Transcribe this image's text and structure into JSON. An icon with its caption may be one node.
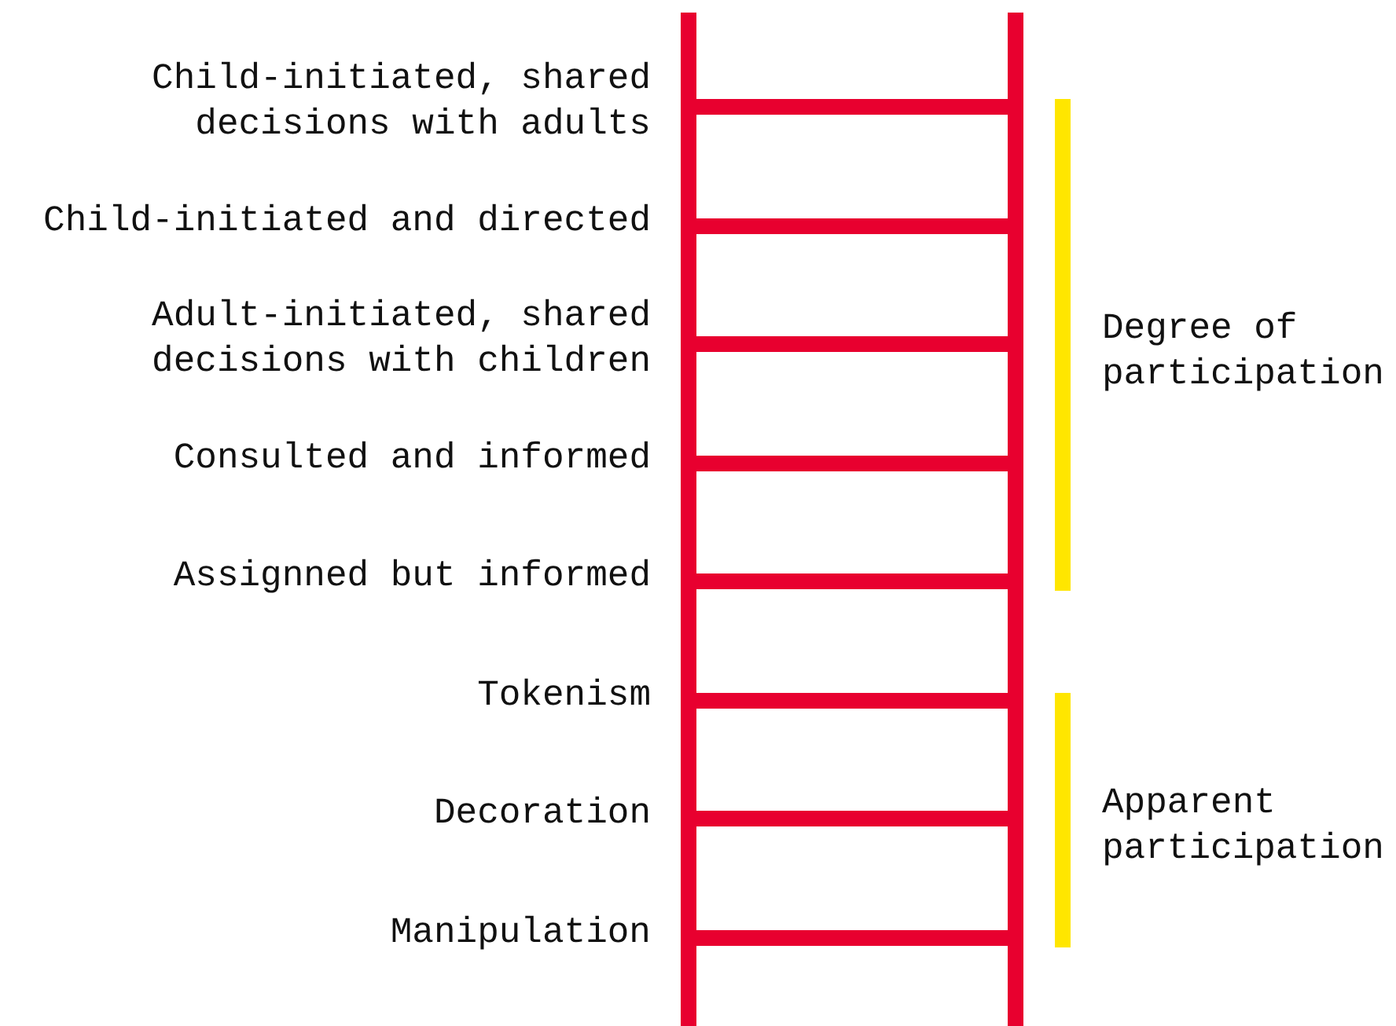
{
  "diagram": {
    "labels": [
      "Child-initiated, shared decisions with adults",
      "Child-initiated and directed",
      "Adult-initiated, shared decisions with children",
      "Consulted and informed",
      "Assignned but informed",
      "Tokenism",
      "Decoration",
      "Manipulation",
      "Degree of participation",
      "Apparent participation"
    ]
  }
}
